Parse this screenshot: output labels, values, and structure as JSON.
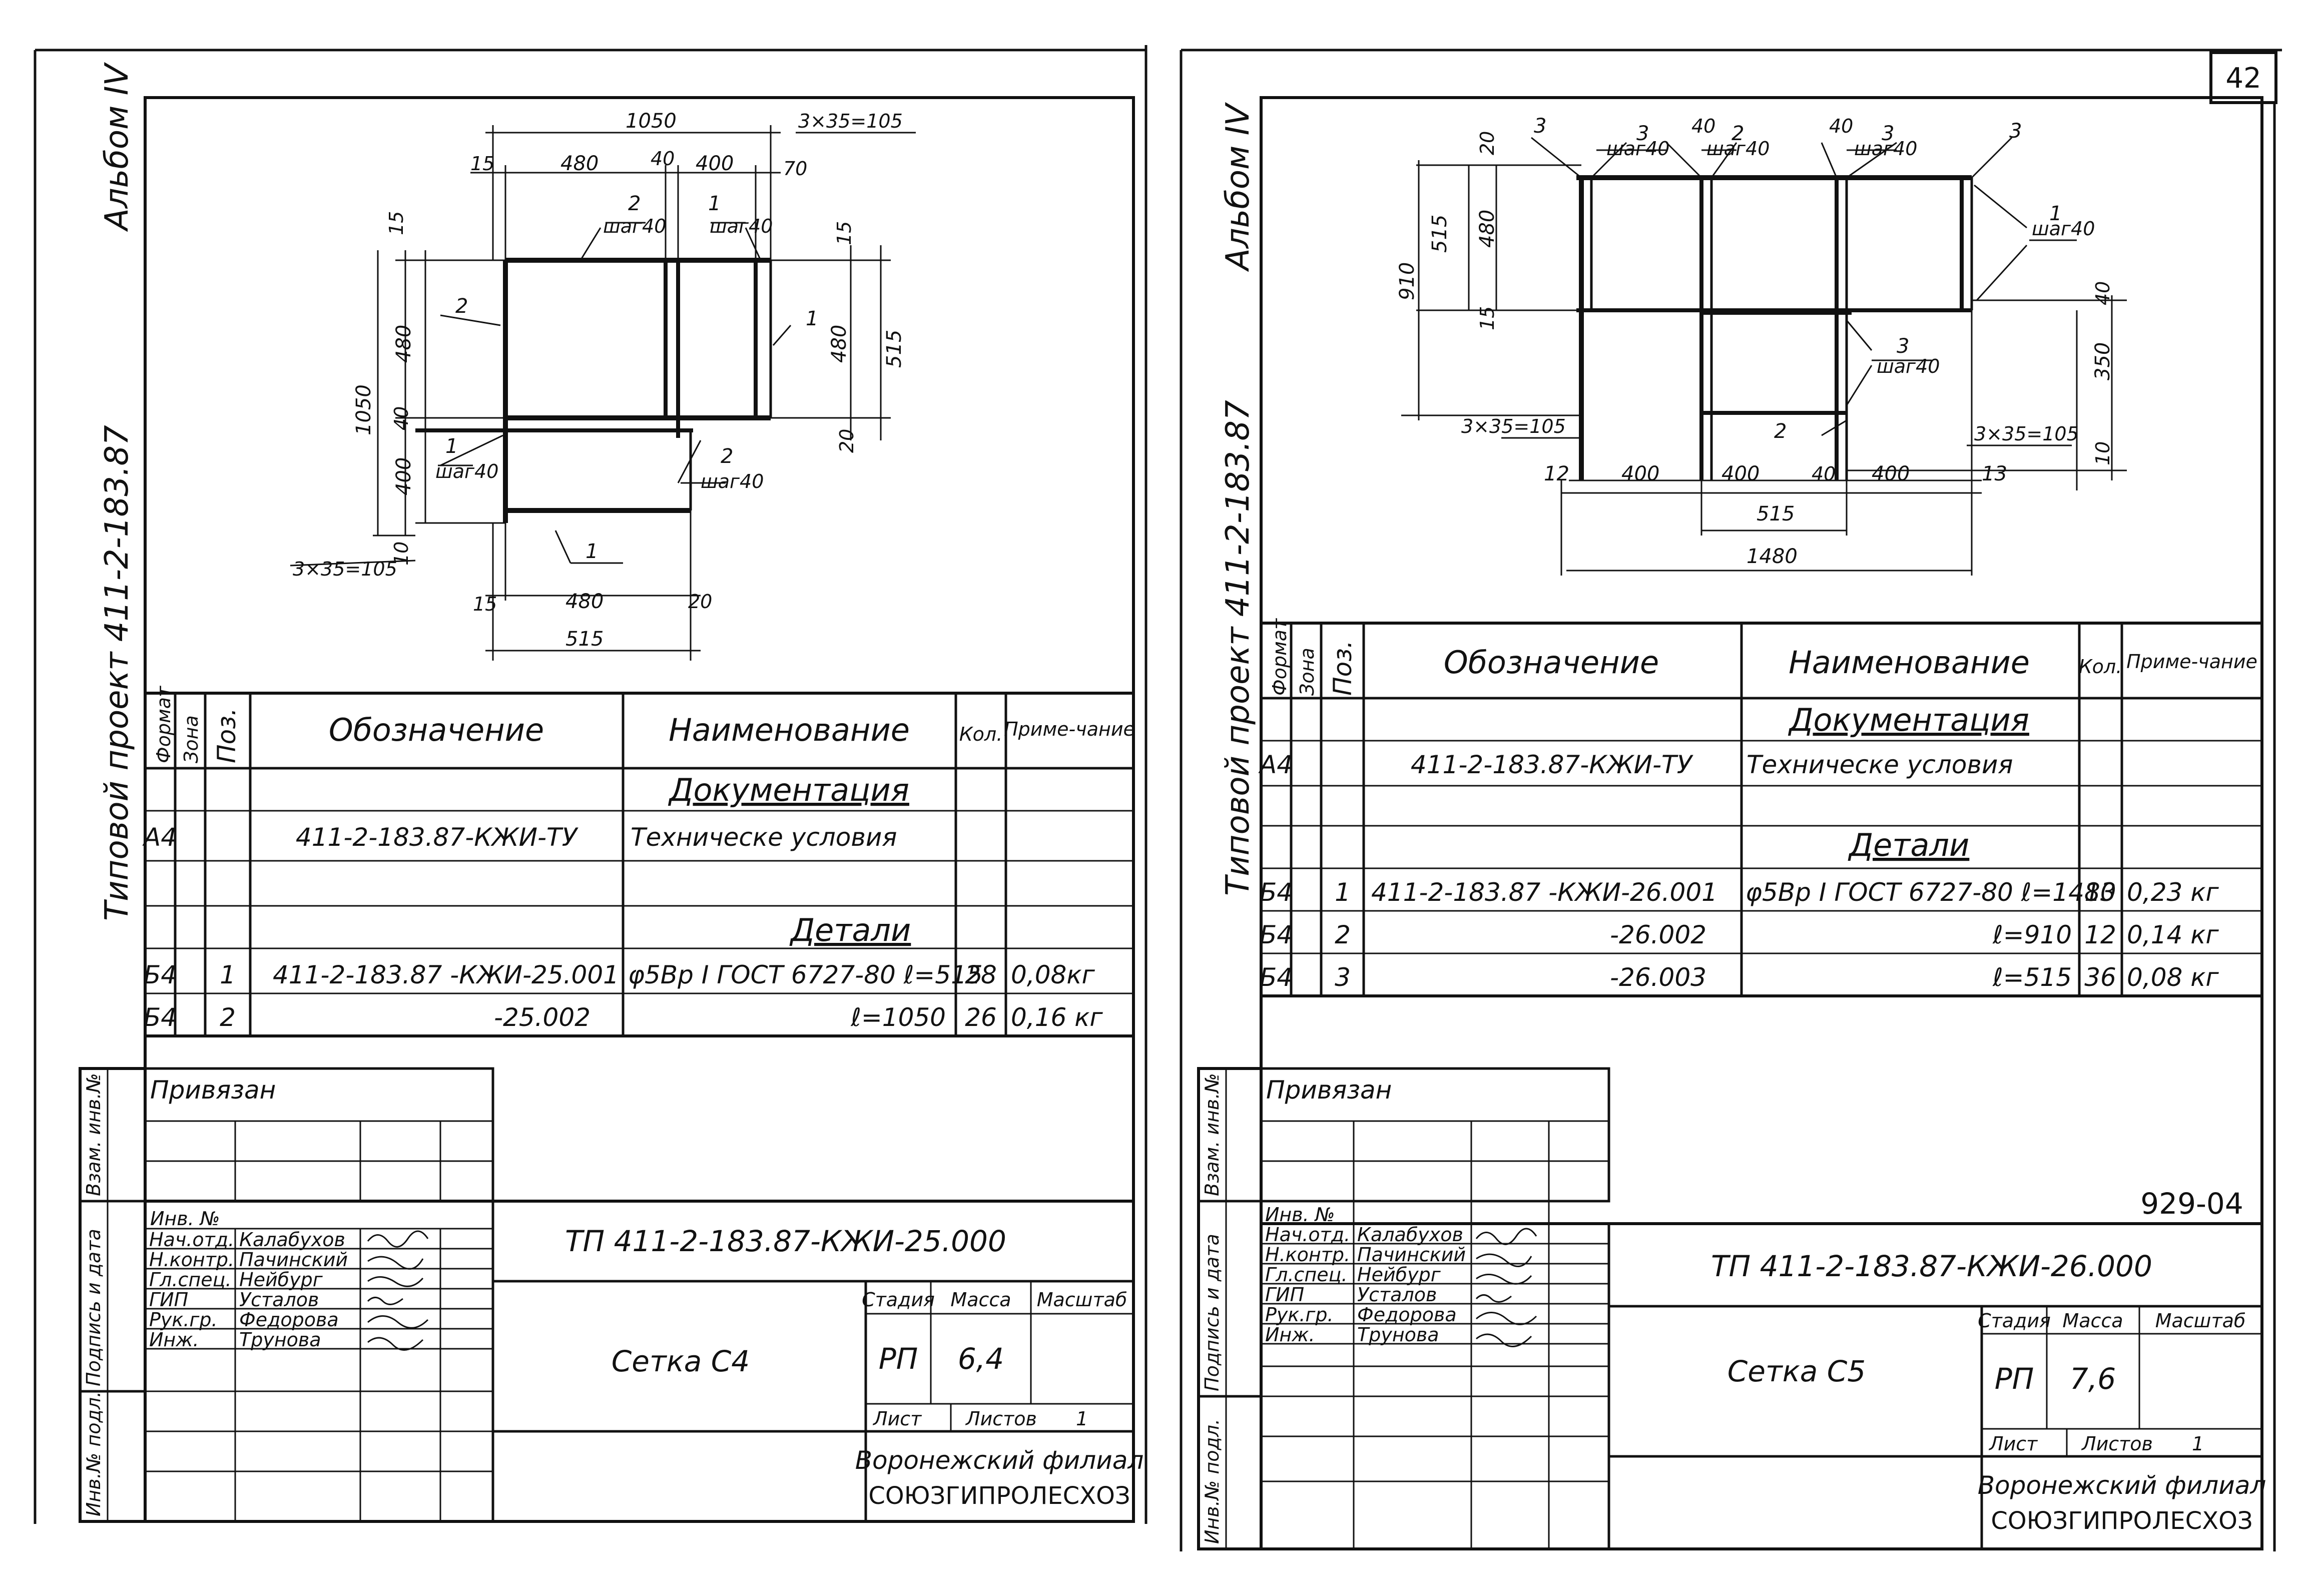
{
  "page_number": "42",
  "sheets": [
    {
      "album": "Альбом IV",
      "project_side": "Типовой проект 411-2-183.87",
      "drawing": {
        "labels": [
          {
            "t": "1050"
          },
          {
            "t": "3×35=105"
          },
          {
            "t": "15"
          },
          {
            "t": "480"
          },
          {
            "t": "40"
          },
          {
            "t": "400"
          },
          {
            "t": "70"
          },
          {
            "t": "2"
          },
          {
            "t": "шаг40"
          },
          {
            "t": "1"
          },
          {
            "t": "шаг40"
          },
          {
            "t": "15"
          },
          {
            "t": "15"
          },
          {
            "t": "2"
          },
          {
            "t": "1"
          },
          {
            "t": "480"
          },
          {
            "t": "480"
          },
          {
            "t": "515"
          },
          {
            "t": "1050"
          },
          {
            "t": "40"
          },
          {
            "t": "400"
          },
          {
            "t": "1"
          },
          {
            "t": "шаг40"
          },
          {
            "t": "2"
          },
          {
            "t": "шаг40"
          },
          {
            "t": "20"
          },
          {
            "t": "10"
          },
          {
            "t": "3×35=105"
          },
          {
            "t": "1"
          },
          {
            "t": "15"
          },
          {
            "t": "480"
          },
          {
            "t": "20"
          },
          {
            "t": "515"
          }
        ]
      },
      "spec": {
        "headers": [
          "Формат",
          "Зона",
          "Поз.",
          "Обозначение",
          "Наименование",
          "Кол.",
          "Приме-чание"
        ],
        "section_doc": "Документация",
        "doc_row": {
          "format": "А4",
          "designation": "411-2-183.87-КЖИ-ТУ",
          "name": "Техническе условия"
        },
        "section_parts": "Детали",
        "rows": [
          {
            "format": "Б4",
            "pos": "1",
            "designation": "411-2-183.87 -КЖИ-25.001",
            "name": "φ5Вр I ГОСТ 6727-80  ℓ=515",
            "qty": "28",
            "note": "0,08кг"
          },
          {
            "format": "Б4",
            "pos": "2",
            "designation": "-25.002",
            "name": "ℓ=1050",
            "qty": "26",
            "note": "0,16 кг"
          }
        ]
      },
      "stamp": {
        "attached": "Привязан",
        "left_strip": [
          "Взам. инв.№",
          "Подпись и дата",
          "Инв.№ подл."
        ],
        "inv": "Инв. №",
        "roles": [
          {
            "role": "Нач.отд.",
            "name": "Калабухов"
          },
          {
            "role": "Н.контр.",
            "name": "Пачинский"
          },
          {
            "role": "Гл.спец.",
            "name": "Нейбург"
          },
          {
            "role": "ГИП",
            "name": "Усталов"
          },
          {
            "role": "Рук.гр.",
            "name": "Федорова"
          },
          {
            "role": "Инж.",
            "name": "Трунова"
          }
        ],
        "code": "ТП 411-2-183.87-КЖИ-25.000",
        "title": "Сетка С4",
        "stage_label": "Стадия",
        "mass_label": "Масса",
        "scale_label": "Масштаб",
        "stage": "РП",
        "mass": "6,4",
        "sheet_label": "Лист",
        "sheets_label": "Листов",
        "sheets_count": "1",
        "org_line1": "Воронежский филиал",
        "org_line2": "СОЮЗГИПРОЛЕСХОЗ"
      }
    },
    {
      "album": "Альбом IV",
      "project_side": "Типовой проект 411-2-183.87",
      "drawing": {
        "labels": [
          {
            "t": "3"
          },
          {
            "t": "3"
          },
          {
            "t": "шаг40"
          },
          {
            "t": "40"
          },
          {
            "t": "2"
          },
          {
            "t": "шаг40"
          },
          {
            "t": "40"
          },
          {
            "t": "3"
          },
          {
            "t": "шаг40"
          },
          {
            "t": "3"
          },
          {
            "t": "20"
          },
          {
            "t": "515"
          },
          {
            "t": "480"
          },
          {
            "t": "910"
          },
          {
            "t": "15"
          },
          {
            "t": "1"
          },
          {
            "t": "шаг40"
          },
          {
            "t": "40"
          },
          {
            "t": "3"
          },
          {
            "t": "шаг40"
          },
          {
            "t": "350"
          },
          {
            "t": "3×35=105"
          },
          {
            "t": "2"
          },
          {
            "t": "3×35=105"
          },
          {
            "t": "10"
          },
          {
            "t": "12"
          },
          {
            "t": "400"
          },
          {
            "t": "400"
          },
          {
            "t": "40"
          },
          {
            "t": "400"
          },
          {
            "t": "13"
          },
          {
            "t": "515"
          },
          {
            "t": "1480"
          }
        ]
      },
      "spec": {
        "headers": [
          "Формат",
          "Зона",
          "Поз.",
          "Обозначение",
          "Наименование",
          "Кол.",
          "Приме-чание"
        ],
        "section_doc": "Документация",
        "doc_row": {
          "format": "А4",
          "designation": "411-2-183.87-КЖИ-ТУ",
          "name": "Техническе условия"
        },
        "section_parts": "Детали",
        "rows": [
          {
            "format": "Б4",
            "pos": "1",
            "designation": "411-2-183.87 -КЖИ-26.001",
            "name": "φ5Вр I ГОСТ 6727-80  ℓ=1480",
            "qty": "13",
            "note": "0,23 кг"
          },
          {
            "format": "Б4",
            "pos": "2",
            "designation": "-26.002",
            "name": "ℓ=910",
            "qty": "12",
            "note": "0,14 кг"
          },
          {
            "format": "Б4",
            "pos": "3",
            "designation": "-26.003",
            "name": "ℓ=515",
            "qty": "36",
            "note": "0,08 кг"
          }
        ]
      },
      "stamp": {
        "attached": "Привязан",
        "left_strip": [
          "Взам. инв.№",
          "Подпись и дата",
          "Инв.№ подл."
        ],
        "inv": "Инв. №",
        "extra_number": "929-04",
        "roles": [
          {
            "role": "Нач.отд.",
            "name": "Калабухов"
          },
          {
            "role": "Н.контр.",
            "name": "Пачинский"
          },
          {
            "role": "Гл.спец.",
            "name": "Нейбург"
          },
          {
            "role": "ГИП",
            "name": "Усталов"
          },
          {
            "role": "Рук.гр.",
            "name": "Федорова"
          },
          {
            "role": "Инж.",
            "name": "Трунова"
          }
        ],
        "code": "ТП 411-2-183.87-КЖИ-26.000",
        "title": "Сетка С5",
        "stage_label": "Стадия",
        "mass_label": "Масса",
        "scale_label": "Масштаб",
        "stage": "РП",
        "mass": "7,6",
        "sheet_label": "Лист",
        "sheets_label": "Листов",
        "sheets_count": "1",
        "org_line1": "Воронежский филиал",
        "org_line2": "СОЮЗГИПРОЛЕСХОЗ"
      }
    }
  ]
}
